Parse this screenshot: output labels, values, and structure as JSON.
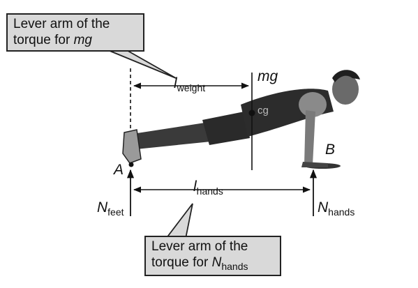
{
  "callout_top": {
    "line1": "Lever arm of the",
    "line2_prefix": "torque for ",
    "line2_symbol": "mg"
  },
  "callout_bottom": {
    "line1": "Lever arm of the",
    "line2_prefix": "torque for ",
    "line2_symbol": "N",
    "line2_subscript": "hands"
  },
  "labels": {
    "l_weight_symbol": "l",
    "l_weight_sub": "weight",
    "mg": "mg",
    "cg": "cg",
    "point_a": "A",
    "point_b": "B",
    "l_hands_symbol": "l",
    "l_hands_sub": "hands",
    "n_feet_symbol": "N",
    "n_feet_sub": "feet",
    "n_hands_symbol": "N",
    "n_hands_sub": "hands"
  }
}
